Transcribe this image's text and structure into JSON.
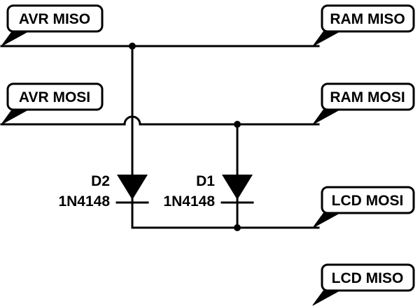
{
  "nets": {
    "avr_miso": "AVR MISO",
    "avr_mosi": "AVR MOSI",
    "ram_miso": "RAM MISO",
    "ram_mosi": "RAM MOSI",
    "lcd_mosi": "LCD MOSI",
    "lcd_miso": "LCD MISO"
  },
  "components": {
    "d2": {
      "ref": "D2",
      "part": "1N4148"
    },
    "d1": {
      "ref": "D1",
      "part": "1N4148"
    }
  }
}
